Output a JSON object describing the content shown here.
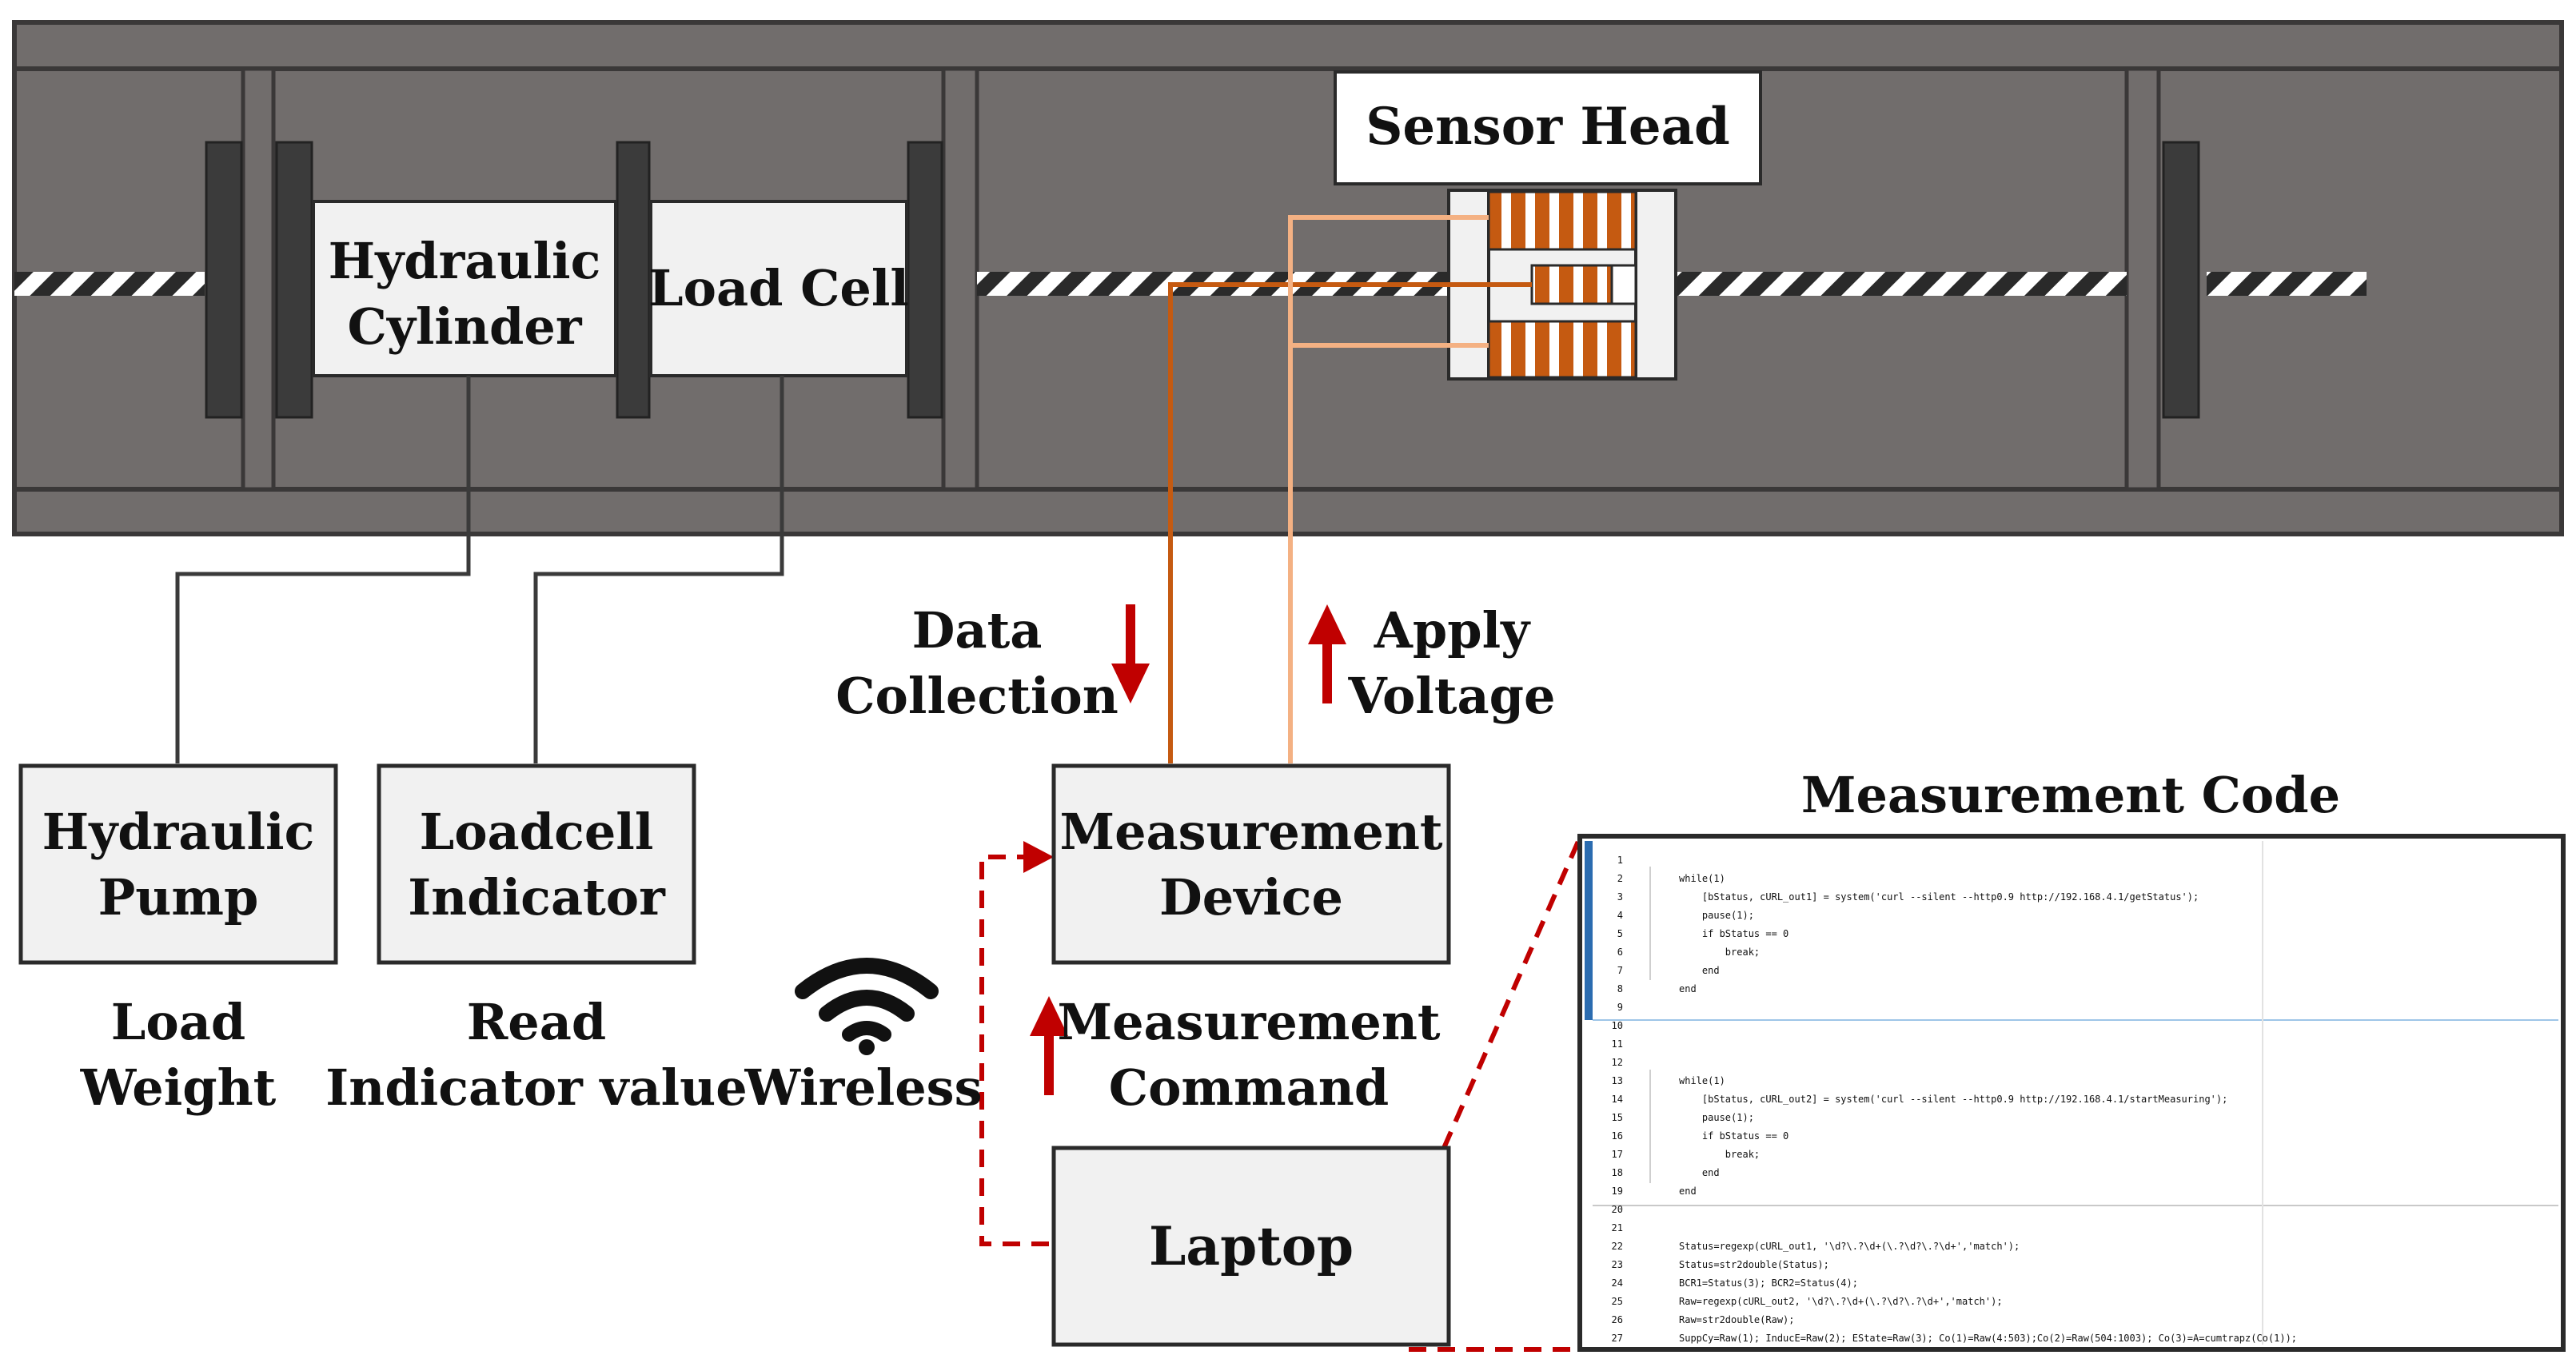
{
  "colors": {
    "frame": "#716d6c",
    "frame_edge": "#3a3838",
    "plate": "#3b3b3b",
    "box_fill": "#f1f1f1",
    "orange_dark": "#c55a11",
    "orange_light": "#f4b183",
    "red": "#c00000",
    "code_blue": "#2b6cb0",
    "code_pink": "#a64ca6"
  },
  "frame": {
    "sensor_head": "Sensor Head",
    "cylinder_line1": "Hydraulic",
    "cylinder_line2": "Cylinder",
    "load_cell": "Load Cell"
  },
  "devices": {
    "pump_line1": "Hydraulic",
    "pump_line2": "Pump",
    "indicator_line1": "Loadcell",
    "indicator_line2": "Indicator",
    "measure_line1": "Measurement",
    "measure_line2": "Device",
    "laptop": "Laptop"
  },
  "labels": {
    "load_line1": "Load",
    "load_line2": "Weight",
    "read_line1": "Read",
    "read_line2": "Indicator value",
    "wireless": "Wireless",
    "data_line1": "Data",
    "data_line2": "Collection",
    "apply_line1": "Apply",
    "apply_line2": "Voltage",
    "cmd_line1": "Measurement",
    "cmd_line2": "Command"
  },
  "code_panel": {
    "title": "Measurement Code",
    "lines": [
      {
        "n": "1",
        "code": ""
      },
      {
        "n": "2",
        "code": "while(1)"
      },
      {
        "n": "3",
        "code": "    [bStatus, cURL_out1] = system('curl --silent --http0.9 http://192.168.4.1/getStatus');"
      },
      {
        "n": "4",
        "code": "    pause(1);"
      },
      {
        "n": "5",
        "code": "    if bStatus == 0"
      },
      {
        "n": "6",
        "code": "        break;"
      },
      {
        "n": "7",
        "code": "    end"
      },
      {
        "n": "8",
        "code": "end"
      },
      {
        "n": "9",
        "code": ""
      },
      {
        "n": "10",
        "code": ""
      },
      {
        "n": "11",
        "code": ""
      },
      {
        "n": "12",
        "code": ""
      },
      {
        "n": "13",
        "code": "while(1)"
      },
      {
        "n": "14",
        "code": "    [bStatus, cURL_out2] = system('curl --silent --http0.9 http://192.168.4.1/startMeasuring');"
      },
      {
        "n": "15",
        "code": "    pause(1);"
      },
      {
        "n": "16",
        "code": "    if bStatus == 0"
      },
      {
        "n": "17",
        "code": "        break;"
      },
      {
        "n": "18",
        "code": "    end"
      },
      {
        "n": "19",
        "code": "end"
      },
      {
        "n": "20",
        "code": ""
      },
      {
        "n": "21",
        "code": ""
      },
      {
        "n": "22",
        "code": "Status=regexp(cURL_out1, '\\d?\\.?\\d+(\\.?\\d?\\.?\\d+','match');"
      },
      {
        "n": "23",
        "code": "Status=str2double(Status);"
      },
      {
        "n": "24",
        "code": "BCR1=Status(3); BCR2=Status(4);"
      },
      {
        "n": "25",
        "code": "Raw=regexp(cURL_out2, '\\d?\\.?\\d+(\\.?\\d?\\.?\\d+','match');"
      },
      {
        "n": "26",
        "code": "Raw=str2double(Raw);"
      },
      {
        "n": "27",
        "code": "SuppCy=Raw(1); InducE=Raw(2); EState=Raw(3); Co(1)=Raw(4:503);Co(2)=Raw(504:1003); Co(3)=A=cumtrapz(Co(1));"
      }
    ]
  }
}
